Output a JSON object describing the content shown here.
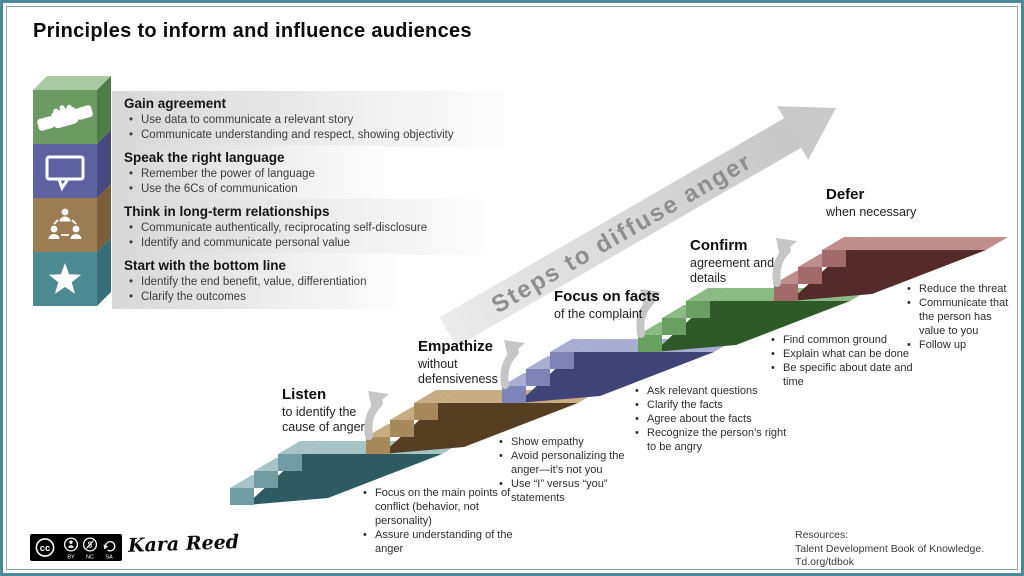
{
  "title": "Principles to inform and influence audiences",
  "arrow": {
    "label": "Steps to diffuse anger"
  },
  "principles": [
    {
      "heading": "Gain agreement",
      "icon": "handshake-icon",
      "bullets": [
        "Use data to communicate a relevant story",
        "Communicate understanding and respect, showing objectivity"
      ]
    },
    {
      "heading": "Speak the right language",
      "icon": "speech-bubble-icon",
      "bullets": [
        "Remember the power of language",
        "Use the 6Cs of communication"
      ]
    },
    {
      "heading": "Think in long-term relationships",
      "icon": "people-network-icon",
      "bullets": [
        "Communicate authentically, reciprocating self-disclosure",
        "Identify and communicate personal value"
      ]
    },
    {
      "heading": "Start with the bottom line",
      "icon": "star-icon",
      "bullets": [
        "Identify the end benefit, value, differentiation",
        "Clarify the outcomes"
      ]
    }
  ],
  "steps": [
    {
      "name": "Listen",
      "sub": "to identify the cause of anger",
      "colors": {
        "light": "#a6c3c6",
        "mid": "#6f9da3",
        "dark": "#2e5a62"
      },
      "bullets": [
        "Focus on the main points of conflict (behavior, not personality)",
        "Assure understanding of the anger"
      ]
    },
    {
      "name": "Empathize",
      "sub": "without defensiveness",
      "colors": {
        "light": "#c8ad83",
        "mid": "#a8895c",
        "dark": "#553e22"
      },
      "bullets": [
        "Show empathy",
        "Avoid personalizing the anger—it’s not you",
        "Use “I” versus “you” statements"
      ]
    },
    {
      "name": "Focus on facts",
      "sub": "of the complaint",
      "colors": {
        "light": "#a9add2",
        "mid": "#7f83b7",
        "dark": "#3f4376"
      },
      "bullets": [
        "Ask relevant questions",
        "Clarify the facts",
        "Agree about the facts",
        "Recognize the person’s right to be angry"
      ]
    },
    {
      "name": "Confirm",
      "sub": "agreement and details",
      "colors": {
        "light": "#8cba85",
        "mid": "#67a05f",
        "dark": "#2f5929"
      },
      "bullets": [
        "Find common ground",
        "Explain what can be done",
        "Be specific about date and time"
      ]
    },
    {
      "name": "Defer",
      "sub": "when necessary",
      "colors": {
        "light": "#c08d8d",
        "mid": "#a26a6a",
        "dark": "#542a2a"
      },
      "bullets": [
        "Reduce the threat",
        "Communicate that the person has value to you",
        "Follow up"
      ]
    }
  ],
  "footer": {
    "signature": "Kara Reed",
    "resources_label": "Resources:",
    "resources_text": "Talent Development Book of Knowledge. Td.org/tdbok",
    "cc": {
      "label": "cc",
      "parts": [
        "BY",
        "NC",
        "SA"
      ]
    }
  },
  "colors": {
    "frame": "#4d8a98",
    "arrow_fill_light": "#e8e8e8",
    "arrow_fill_dark": "#c7c7c7",
    "arrow_text": "#8e8e8e",
    "small_arrow": "#c4c4c4",
    "principles_top": "#a9c9a3",
    "principles": [
      {
        "front": "#6b9a63",
        "side": "#4d7c47"
      },
      {
        "front": "#5e62a0",
        "side": "#45497f"
      },
      {
        "front": "#9b7d53",
        "side": "#7a5f3d"
      },
      {
        "front": "#4d8b94",
        "side": "#386e77"
      }
    ]
  }
}
